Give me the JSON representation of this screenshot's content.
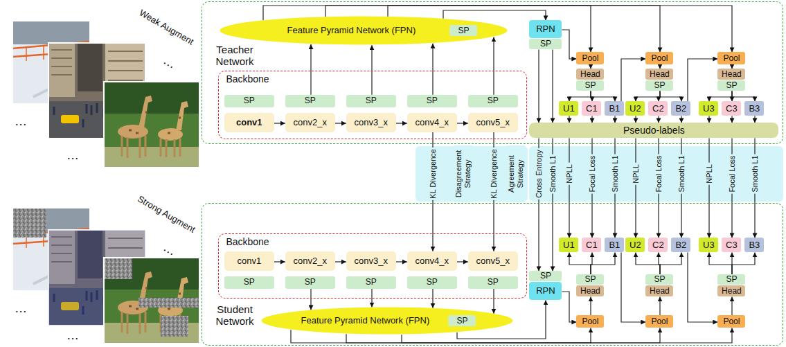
{
  "diagram": {
    "nodes": [
      {
        "text": [
          "Teacher Network"
        ]
      },
      {
        "text": [
          "Feature Pyramid Network (FPN)"
        ],
        "in": 0
      },
      {
        "text": [
          "SP"
        ],
        "in": 1
      },
      {
        "text": [
          "Backbone"
        ],
        "in": 0
      },
      {
        "text": [
          "SP"
        ],
        "in": 3
      },
      {
        "text": [
          "SP"
        ],
        "in": 3
      },
      {
        "text": [
          "SP"
        ],
        "in": 3
      },
      {
        "text": [
          "SP"
        ],
        "in": 3
      },
      {
        "text": [
          "SP"
        ],
        "in": 3
      },
      {
        "text": [
          "conv1"
        ],
        "in": 3
      },
      {
        "text": [
          "conv2_x"
        ],
        "in": 3
      },
      {
        "text": [
          "conv3_x"
        ],
        "in": 3
      },
      {
        "text": [
          "conv4_x"
        ],
        "in": 3
      },
      {
        "text": [
          "conv5_x"
        ],
        "in": 3
      },
      {
        "text": [
          "RPN"
        ],
        "in": 0
      },
      {
        "text": [
          "SP"
        ],
        "in": 0
      },
      {
        "text": [
          "Pool"
        ],
        "in": 0
      },
      {
        "text": [
          "Head"
        ],
        "in": 0
      },
      {
        "text": [
          "SP"
        ],
        "in": 0
      },
      {
        "text": [
          "Pool"
        ],
        "in": 0
      },
      {
        "text": [
          "Head"
        ],
        "in": 0
      },
      {
        "text": [
          "SP"
        ],
        "in": 0
      },
      {
        "text": [
          "Pool"
        ],
        "in": 0
      },
      {
        "text": [
          "Head"
        ],
        "in": 0
      },
      {
        "text": [
          "SP"
        ],
        "in": 0
      },
      {
        "text": [
          "U1"
        ],
        "in": 0
      },
      {
        "text": [
          "C1"
        ],
        "in": 0
      },
      {
        "text": [
          "B1"
        ],
        "in": 0
      },
      {
        "text": [
          "U2"
        ],
        "in": 0
      },
      {
        "text": [
          "C2"
        ],
        "in": 0
      },
      {
        "text": [
          "B2"
        ],
        "in": 0
      },
      {
        "text": [
          "U3"
        ],
        "in": 0
      },
      {
        "text": [
          "C3"
        ],
        "in": 0
      },
      {
        "text": [
          "B3"
        ],
        "in": 0
      },
      {
        "text": [
          "Pseudo-labels"
        ],
        "in": 0
      },
      {
        "text": [
          "Student Network"
        ]
      },
      {
        "text": [
          "Backbone"
        ],
        "in": 35
      },
      {
        "text": [
          "conv1"
        ],
        "in": 36
      },
      {
        "text": [
          "conv2_x"
        ],
        "in": 36
      },
      {
        "text": [
          "conv3_x"
        ],
        "in": 36
      },
      {
        "text": [
          "conv4_x"
        ],
        "in": 36
      },
      {
        "text": [
          "conv5_x"
        ],
        "in": 36
      },
      {
        "text": [
          "SP"
        ],
        "in": 36
      },
      {
        "text": [
          "SP"
        ],
        "in": 36
      },
      {
        "text": [
          "SP"
        ],
        "in": 36
      },
      {
        "text": [
          "SP"
        ],
        "in": 36
      },
      {
        "text": [
          "SP"
        ],
        "in": 36
      },
      {
        "text": [
          "Feature Pyramid Network (FPN)"
        ],
        "in": 35
      },
      {
        "text": [
          "SP"
        ],
        "in": 47
      },
      {
        "text": [
          "SP"
        ],
        "in": 35
      },
      {
        "text": [
          "RPN"
        ],
        "in": 35
      },
      {
        "text": [
          "U1"
        ],
        "in": 35
      },
      {
        "text": [
          "C1"
        ],
        "in": 35
      },
      {
        "text": [
          "B1"
        ],
        "in": 35
      },
      {
        "text": [
          "U2"
        ],
        "in": 35
      },
      {
        "text": [
          "C2"
        ],
        "in": 35
      },
      {
        "text": [
          "B2"
        ],
        "in": 35
      },
      {
        "text": [
          "U3"
        ],
        "in": 35
      },
      {
        "text": [
          "C3"
        ],
        "in": 35
      },
      {
        "text": [
          "B3"
        ],
        "in": 35
      },
      {
        "text": [
          "SP"
        ],
        "in": 35
      },
      {
        "text": [
          "SP"
        ],
        "in": 35
      },
      {
        "text": [
          "SP"
        ],
        "in": 35
      },
      {
        "text": [
          "Head"
        ],
        "in": 35
      },
      {
        "text": [
          "Head"
        ],
        "in": 35
      },
      {
        "text": [
          "Head"
        ],
        "in": 35
      },
      {
        "text": [
          "Pool"
        ],
        "in": 35
      },
      {
        "text": [
          "Pool"
        ],
        "in": 35
      },
      {
        "text": [
          "Pool"
        ],
        "in": 35
      }
    ],
    "edges": [
      {
        "from": 5,
        "to": 1,
        "arrow": "to"
      },
      {
        "from": 6,
        "to": 1,
        "arrow": "to"
      },
      {
        "from": 7,
        "to": 1,
        "arrow": "to"
      },
      {
        "from": 8,
        "to": 1,
        "arrow": "to"
      },
      {
        "from": 9,
        "to": 10,
        "arrow": "to"
      },
      {
        "from": 10,
        "to": 11,
        "arrow": "to"
      },
      {
        "from": 11,
        "to": 12,
        "arrow": "to"
      },
      {
        "from": 12,
        "to": 13,
        "arrow": "to"
      },
      {
        "from": 1,
        "to": 14,
        "arrow": "to"
      },
      {
        "from": 1,
        "to": 16,
        "arrow": "to"
      },
      {
        "from": 1,
        "to": 19,
        "arrow": "to"
      },
      {
        "from": 1,
        "to": 22,
        "arrow": "to"
      },
      {
        "from": 14,
        "to": 16,
        "arrow": "to"
      },
      {
        "from": 16,
        "to": 17,
        "arrow": "to"
      },
      {
        "from": 19,
        "to": 20,
        "arrow": "to"
      },
      {
        "from": 22,
        "to": 23,
        "arrow": "to"
      },
      {
        "from": 18,
        "to": 25,
        "arrow": "to"
      },
      {
        "from": 18,
        "to": 26,
        "arrow": "to"
      },
      {
        "from": 18,
        "to": 27,
        "arrow": "to"
      },
      {
        "from": 21,
        "to": 28,
        "arrow": "to"
      },
      {
        "from": 21,
        "to": 29,
        "arrow": "to"
      },
      {
        "from": 21,
        "to": 30,
        "arrow": "to"
      },
      {
        "from": 24,
        "to": 31,
        "arrow": "to"
      },
      {
        "from": 24,
        "to": 32,
        "arrow": "to"
      },
      {
        "from": 24,
        "to": 33,
        "arrow": "to"
      },
      {
        "from": 27,
        "to": 19,
        "arrow": "to"
      },
      {
        "from": 30,
        "to": 22,
        "arrow": "to"
      },
      {
        "from": 15,
        "to": 34,
        "arrow": "to"
      },
      {
        "from": 15,
        "to": 34,
        "arrow": "to"
      },
      {
        "from": 25,
        "to": 34,
        "arrow": "to"
      },
      {
        "from": 26,
        "to": 34,
        "arrow": "to"
      },
      {
        "from": 27,
        "to": 34,
        "arrow": "to"
      },
      {
        "from": 28,
        "to": 34,
        "arrow": "to"
      },
      {
        "from": 29,
        "to": 34,
        "arrow": "to"
      },
      {
        "from": 30,
        "to": 34,
        "arrow": "to"
      },
      {
        "from": 31,
        "to": 34,
        "arrow": "to"
      },
      {
        "from": 32,
        "to": 34,
        "arrow": "to"
      },
      {
        "from": 33,
        "to": 34,
        "arrow": "to"
      },
      {
        "from": 12,
        "to": 40,
        "arrow": "to",
        "label": "KL Divergence"
      },
      {
        "from": 13,
        "to": 41,
        "arrow": "to",
        "label": "KL Divergence"
      },
      {
        "from": 34,
        "to": 49,
        "arrow": "to",
        "label": "Cross Entropy"
      },
      {
        "from": 34,
        "to": 49,
        "arrow": "to",
        "label": "Smooth L1"
      },
      {
        "from": 34,
        "to": 51,
        "arrow": "to",
        "label": "NPLL"
      },
      {
        "from": 34,
        "to": 52,
        "arrow": "to",
        "label": "Focal Loss"
      },
      {
        "from": 34,
        "to": 53,
        "arrow": "to",
        "label": "Smooth L1"
      },
      {
        "from": 34,
        "to": 54,
        "arrow": "to",
        "label": "NPLL"
      },
      {
        "from": 34,
        "to": 55,
        "arrow": "to",
        "label": "Focal Loss"
      },
      {
        "from": 34,
        "to": 56,
        "arrow": "to",
        "label": "Smooth L1"
      },
      {
        "from": 34,
        "to": 57,
        "arrow": "to",
        "label": "NPLL"
      },
      {
        "from": 34,
        "to": 58,
        "arrow": "to",
        "label": "Focal Loss"
      },
      {
        "from": 34,
        "to": 59,
        "arrow": "to",
        "label": "Smooth L1"
      },
      {
        "from": 37,
        "to": 38,
        "arrow": "to"
      },
      {
        "from": 38,
        "to": 39,
        "arrow": "to"
      },
      {
        "from": 39,
        "to": 40,
        "arrow": "to"
      },
      {
        "from": 40,
        "to": 41,
        "arrow": "to"
      },
      {
        "from": 43,
        "to": 47,
        "arrow": "to"
      },
      {
        "from": 44,
        "to": 47,
        "arrow": "to"
      },
      {
        "from": 45,
        "to": 47,
        "arrow": "to"
      },
      {
        "from": 46,
        "to": 47,
        "arrow": "to"
      },
      {
        "from": 47,
        "to": 50,
        "arrow": "to"
      },
      {
        "from": 47,
        "to": 66,
        "arrow": "to"
      },
      {
        "from": 47,
        "to": 67,
        "arrow": "to"
      },
      {
        "from": 47,
        "to": 68,
        "arrow": "to"
      },
      {
        "from": 50,
        "to": 66,
        "arrow": "to"
      },
      {
        "from": 66,
        "to": 63,
        "arrow": "to"
      },
      {
        "from": 67,
        "to": 64,
        "arrow": "to"
      },
      {
        "from": 68,
        "to": 65,
        "arrow": "to"
      },
      {
        "from": 60,
        "to": 51,
        "arrow": "to"
      },
      {
        "from": 60,
        "to": 52,
        "arrow": "to"
      },
      {
        "from": 60,
        "to": 53,
        "arrow": "to"
      },
      {
        "from": 61,
        "to": 54,
        "arrow": "to"
      },
      {
        "from": 61,
        "to": 55,
        "arrow": "to"
      },
      {
        "from": 61,
        "to": 56,
        "arrow": "to"
      },
      {
        "from": 62,
        "to": 57,
        "arrow": "to"
      },
      {
        "from": 62,
        "to": 58,
        "arrow": "to"
      },
      {
        "from": 62,
        "to": 59,
        "arrow": "to"
      },
      {
        "from": 53,
        "to": 67,
        "arrow": "to"
      },
      {
        "from": 56,
        "to": 68,
        "arrow": "to"
      }
    ],
    "labels": [
      "Weak Augment",
      "…",
      "…",
      "…",
      "Disagreement Strategy",
      "Agreement Strategy",
      "Strong Augment",
      "…",
      "…",
      "…"
    ]
  }
}
